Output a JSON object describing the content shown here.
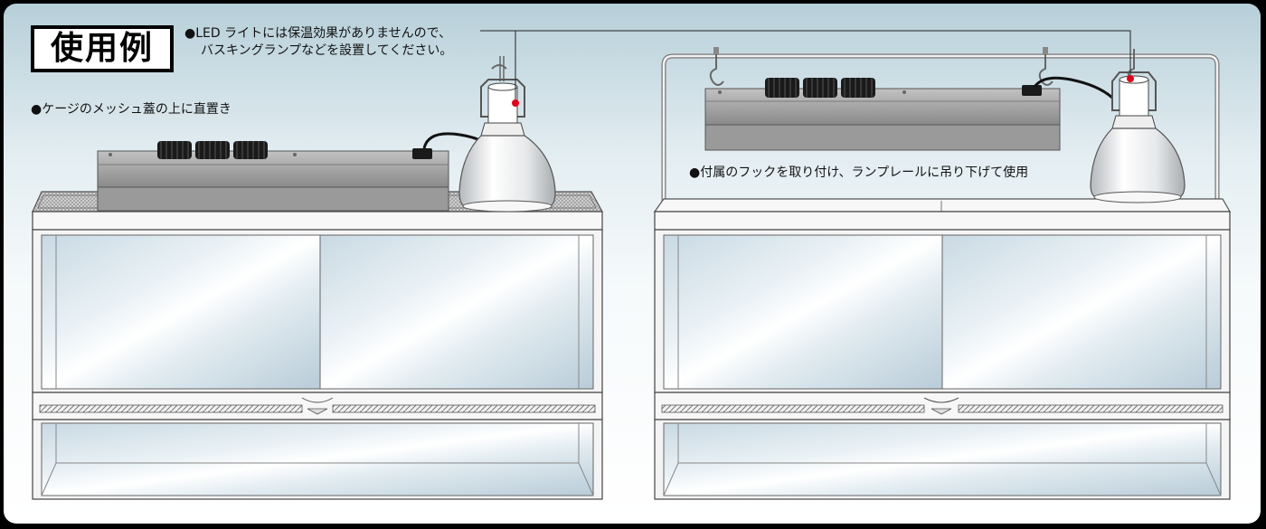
{
  "title": "使用例",
  "notes": {
    "led_note_line1": "●LED ライトには保温効果がありませんので、",
    "led_note_line2": "バスキングランプなどを設置してください。",
    "mesh_note": "●ケージのメッシュ蓋の上に直置き",
    "hook_note": "●付属のフックを取り付け、ランプレールに吊り下げて使用"
  },
  "colors": {
    "background_top": "#b7cfd9",
    "background_bottom": "#ffffff",
    "pointer_dot": "#e0001b",
    "led_body": "#a9a9a9",
    "heatsink": "#1a1a1a"
  },
  "icons": [
    "led-light-fixture",
    "basking-lamp",
    "cage",
    "hook",
    "lamp-rail"
  ]
}
